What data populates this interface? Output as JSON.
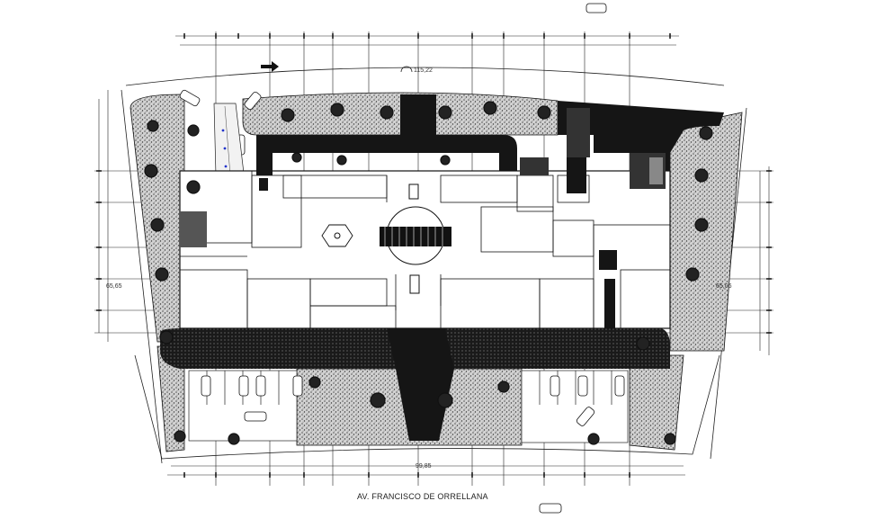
{
  "drawing": {
    "street_name": "AV. FRANCISCO DE ORRELLANA",
    "dim_top": "115,22",
    "dim_left": "65,65",
    "dim_right": "65,06",
    "dim_bottom": "99,85"
  },
  "colors": {
    "line": "#1a1a1a",
    "dark_fill": "#151515",
    "landscape": "#6f6f6f",
    "landscape_bg": "#c8c8c8",
    "accent_blue": "#2233cc",
    "paper": "#ffffff"
  }
}
